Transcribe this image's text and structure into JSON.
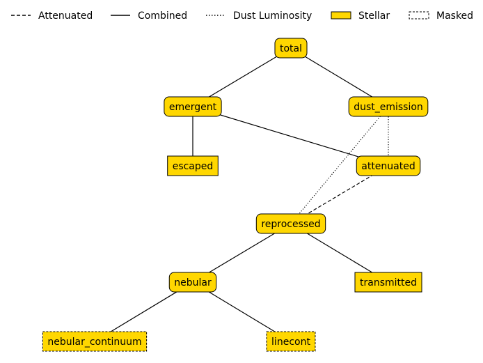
{
  "diagram": {
    "colors": {
      "node_fill": "#FFD700",
      "stroke": "#000000",
      "background": "#ffffff"
    },
    "legend": {
      "items": [
        {
          "id": "attenuated",
          "label": "Attenuated",
          "kind": "line",
          "style": "dashed"
        },
        {
          "id": "combined",
          "label": "Combined",
          "kind": "line",
          "style": "solid"
        },
        {
          "id": "dust-luminosity",
          "label": "Dust Luminosity",
          "kind": "line",
          "style": "dotted"
        },
        {
          "id": "stellar",
          "label": "Stellar",
          "kind": "patch",
          "style": "solid"
        },
        {
          "id": "masked",
          "label": "Masked",
          "kind": "patch",
          "style": "dashed"
        }
      ]
    },
    "nodes": [
      {
        "id": "total",
        "label": "total",
        "shape": "rounded",
        "border": "solid"
      },
      {
        "id": "emergent",
        "label": "emergent",
        "shape": "rounded",
        "border": "solid"
      },
      {
        "id": "dust_emission",
        "label": "dust_emission",
        "shape": "rounded",
        "border": "solid"
      },
      {
        "id": "escaped",
        "label": "escaped",
        "shape": "square",
        "border": "solid"
      },
      {
        "id": "attenuated",
        "label": "attenuated",
        "shape": "rounded",
        "border": "solid"
      },
      {
        "id": "reprocessed",
        "label": "reprocessed",
        "shape": "rounded",
        "border": "solid"
      },
      {
        "id": "nebular",
        "label": "nebular",
        "shape": "rounded",
        "border": "solid"
      },
      {
        "id": "transmitted",
        "label": "transmitted",
        "shape": "square",
        "border": "solid"
      },
      {
        "id": "nebular_continuum",
        "label": "nebular_continuum",
        "shape": "square",
        "border": "dashed"
      },
      {
        "id": "linecont",
        "label": "linecont",
        "shape": "square",
        "border": "dashed"
      }
    ],
    "edges": [
      {
        "from": "total",
        "to": "emergent",
        "style": "solid"
      },
      {
        "from": "total",
        "to": "dust_emission",
        "style": "solid"
      },
      {
        "from": "emergent",
        "to": "escaped",
        "style": "solid"
      },
      {
        "from": "emergent",
        "to": "attenuated",
        "style": "solid"
      },
      {
        "from": "dust_emission",
        "to": "attenuated",
        "style": "dotted"
      },
      {
        "from": "dust_emission",
        "to": "reprocessed",
        "style": "dotted"
      },
      {
        "from": "attenuated",
        "to": "reprocessed",
        "style": "dashed"
      },
      {
        "from": "reprocessed",
        "to": "nebular",
        "style": "solid"
      },
      {
        "from": "reprocessed",
        "to": "transmitted",
        "style": "solid"
      },
      {
        "from": "nebular",
        "to": "nebular_continuum",
        "style": "solid"
      },
      {
        "from": "nebular",
        "to": "linecont",
        "style": "solid"
      }
    ]
  }
}
